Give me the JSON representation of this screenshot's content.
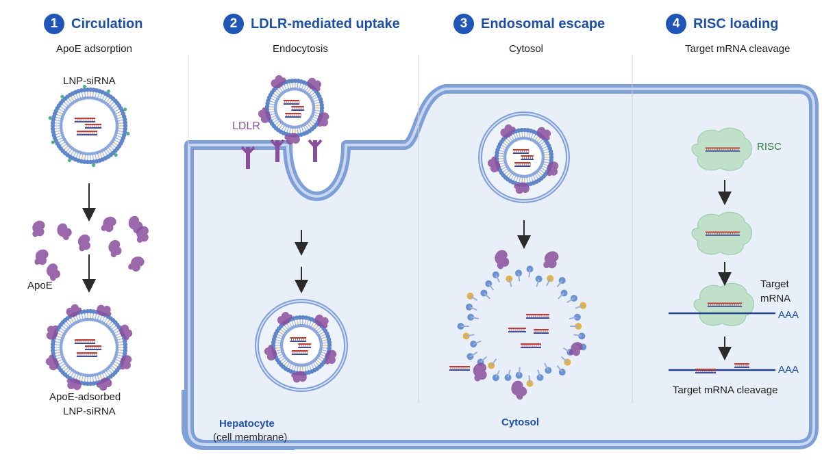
{
  "steps": [
    {
      "number": "1",
      "title": "Circulation",
      "subtitle": "ApoE adsorption"
    },
    {
      "number": "2",
      "title": "LDLR-mediated uptake",
      "subtitle": "Endocytosis"
    },
    {
      "number": "3",
      "title": "Endosomal escape",
      "subtitle": "Cytosol"
    },
    {
      "number": "4",
      "title": "RISC loading",
      "subtitle": "Target mRNA cleavage"
    }
  ],
  "labels": {
    "lnp_sirna": "LNP-siRNA",
    "apoe": "ApoE",
    "apoe_adsorbed_line1": "ApoE-adsorbed",
    "apoe_adsorbed_line2": "LNP-siRNA",
    "ldlr": "LDLR",
    "hepatocyte": "Hepatocyte",
    "cell_membrane": "(cell membrane)",
    "cytosol": "Cytosol",
    "risc": "RISC",
    "target_mrna_line1": "Target",
    "target_mrna_line2": "mRNA",
    "poly_a_1": "AAA",
    "poly_a_2": "AAA",
    "target_mrna_cleavage": "Target mRNA cleavage"
  },
  "colors": {
    "step_badge": "#1f56b8",
    "title_blue": "#1e4fa8",
    "membrane_blue": "#7f9fd8",
    "cell_fill": "#e9eff9",
    "apoe_purple": "#8a4f9c",
    "risc_green": "#bfe0c8",
    "sirna_red": "#c0392b",
    "sirna_blue": "#2e4fa0",
    "risc_label": "#2e7d3a"
  }
}
